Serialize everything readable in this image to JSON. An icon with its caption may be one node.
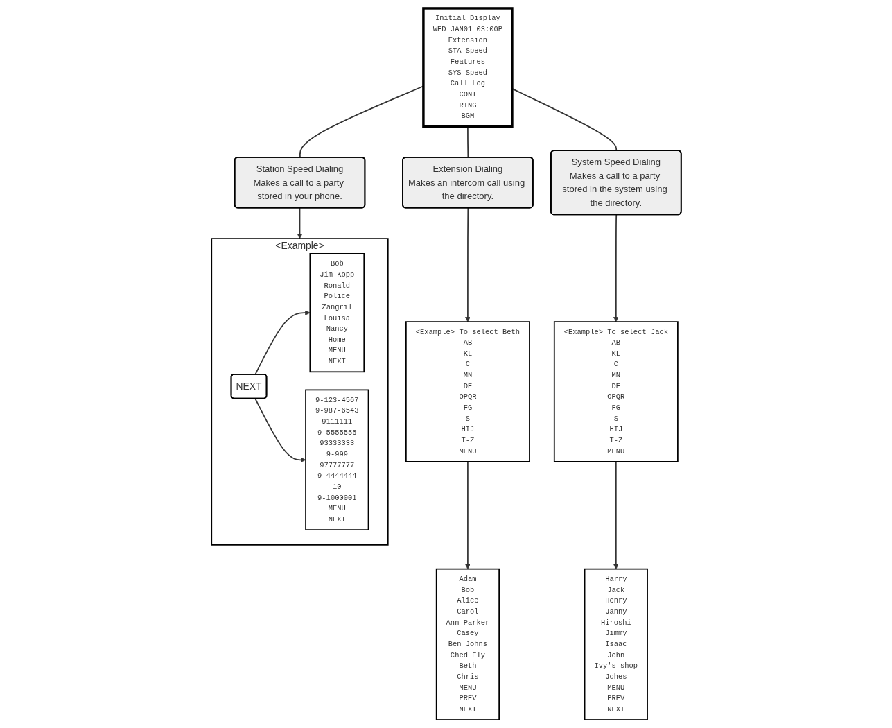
{
  "diagram": {
    "nodes": [
      {
        "text": [
          "Initial Display",
          "WED JAN01 03:00P",
          "Extension",
          "STA Speed",
          "Features",
          "SYS Speed",
          "Call Log",
          "CONT",
          "RING",
          "BGM"
        ]
      },
      {
        "text": [
          "Extension Dialing",
          "Makes an intercom call using the directory."
        ]
      },
      {
        "text": [
          "Station Speed Dialing",
          "Makes a call to a party stored in your phone."
        ]
      },
      {
        "text": [
          "<Example> To select Beth",
          "AB",
          "KL",
          "C",
          "MN",
          "DE",
          "OPQR",
          "FG",
          "S",
          "HIJ",
          "T-Z",
          "MENU"
        ]
      },
      {
        "text": [
          "Adam",
          "Bob",
          "Alice",
          "Carol",
          "Ann Parker",
          "Casey",
          "Ben Johns",
          "Ched Ely",
          "Beth",
          "Chris",
          "MENU",
          "PREV",
          "NEXT"
        ]
      },
      {
        "text": [
          "System Speed Dialing",
          "Makes a call to a party stored in the system using the directory."
        ]
      },
      {
        "text": [
          "<Example> To select Jack",
          "AB",
          "KL",
          "C",
          "MN",
          "DE",
          "OPQR",
          "FG",
          "S",
          "HIJ",
          "T-Z",
          "MENU"
        ]
      },
      {
        "text": [
          "Harry",
          "Jack",
          "Henry",
          "Janny",
          "Hiroshi",
          "Jimmy",
          "Isaac",
          "John",
          "Ivy's shop",
          "Johes",
          "MENU",
          "PREV",
          "NEXT"
        ]
      },
      {
        "text": [
          "<Example>"
        ]
      },
      {
        "text": [
          "Bob",
          "Jim Kopp",
          "Ronald",
          "Police",
          "Zangril",
          "Louisa",
          "Nancy",
          "Home",
          "MENU",
          "NEXT"
        ],
        "in": 8
      },
      {
        "text": [
          "NEXT"
        ],
        "in": 8
      },
      {
        "text": [
          "9-123-4567",
          "9-987-6543",
          "9111111",
          "9-5555555",
          "93333333",
          "9-999",
          "97777777",
          "9-4444444",
          "10",
          "9-1000001",
          "MENU",
          "NEXT"
        ],
        "in": 8
      }
    ],
    "edges": [
      {
        "from": 0,
        "to": 1,
        "arrow": "none"
      },
      {
        "from": 0,
        "to": 2,
        "arrow": "none"
      },
      {
        "from": 0,
        "to": 5,
        "arrow": "none"
      },
      {
        "from": 1,
        "to": 3,
        "arrow": "to"
      },
      {
        "from": 3,
        "to": 4,
        "arrow": "to"
      },
      {
        "from": 5,
        "to": 6,
        "arrow": "to"
      },
      {
        "from": 6,
        "to": 7,
        "arrow": "to"
      },
      {
        "from": 2,
        "to": 8,
        "arrow": "to"
      },
      {
        "from": 10,
        "to": 9,
        "arrow": "to"
      },
      {
        "from": 10,
        "to": 11,
        "arrow": "to"
      }
    ]
  }
}
